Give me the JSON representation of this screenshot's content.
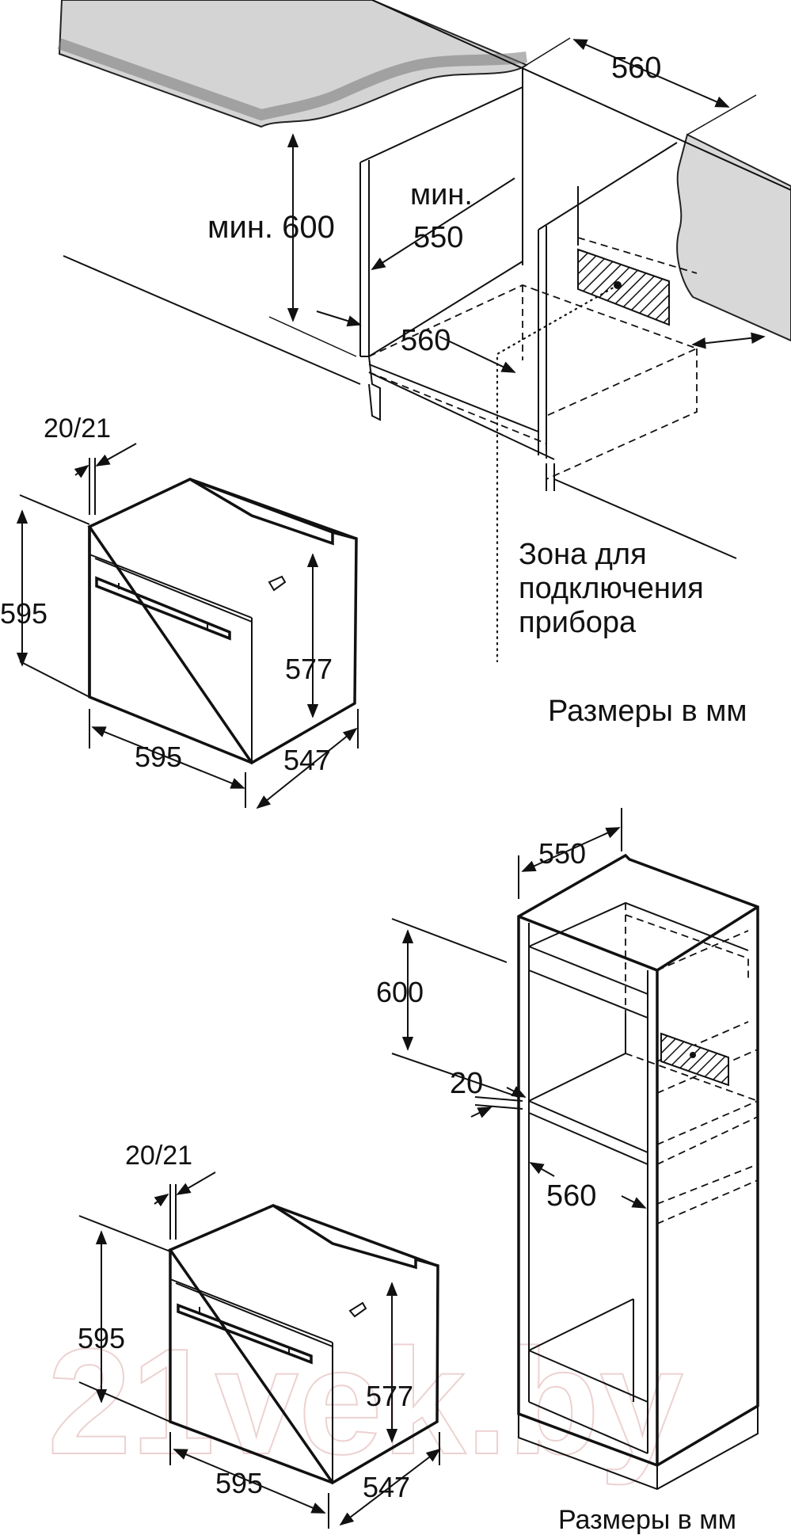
{
  "top": {
    "dim_560_top": "560",
    "min_word": "мин.",
    "min_600": "мин. 600",
    "dim_550": "550",
    "dim_560_inner": "560",
    "connection_zone": [
      "Зона для",
      "подключения",
      "прибора"
    ],
    "units": "Размеры в мм"
  },
  "oven1": {
    "dim_gap": "20/21",
    "dim_height": "595",
    "dim_inner_height": "577",
    "dim_width": "595",
    "dim_depth": "547"
  },
  "tall": {
    "dim_550": "550",
    "dim_600": "600",
    "dim_20": "20",
    "dim_560": "560",
    "units": "Размеры в мм"
  },
  "oven2": {
    "dim_gap": "20/21",
    "dim_height": "595",
    "dim_inner_height": "577",
    "dim_width": "595",
    "dim_depth": "547"
  },
  "watermark": "21vek.by"
}
